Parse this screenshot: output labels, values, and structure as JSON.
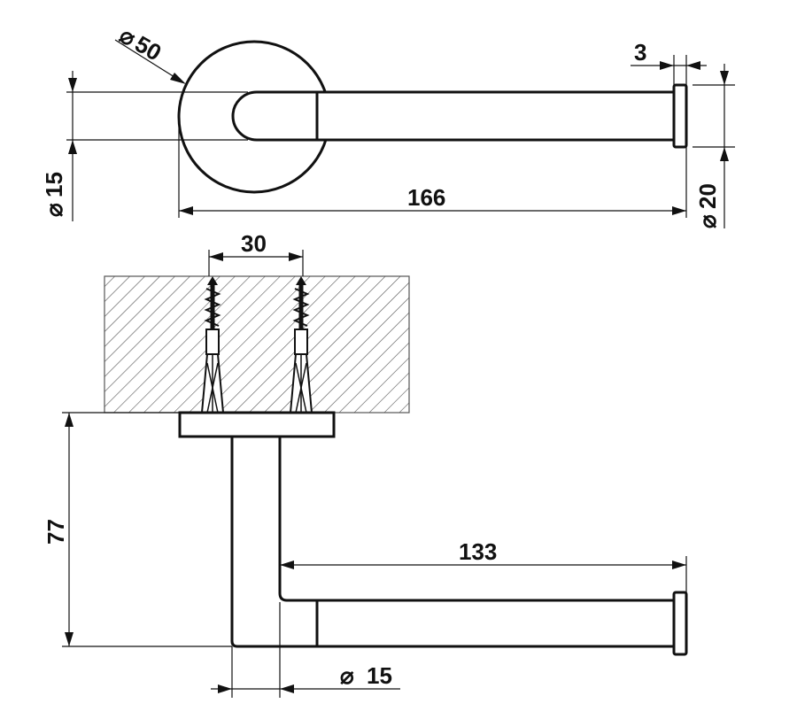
{
  "dimensions": {
    "rosette_diameter": "50",
    "tube_diameter_top": "15",
    "overall_length": "166",
    "end_cap_thickness": "3",
    "end_cap_diameter": "20",
    "screw_spacing": "30",
    "projection": "77",
    "roll_arm_length": "133",
    "tube_diameter_side": "15"
  },
  "symbols": {
    "diameter": "⌀"
  },
  "colors": {
    "line": "#111111",
    "background": "#ffffff"
  }
}
